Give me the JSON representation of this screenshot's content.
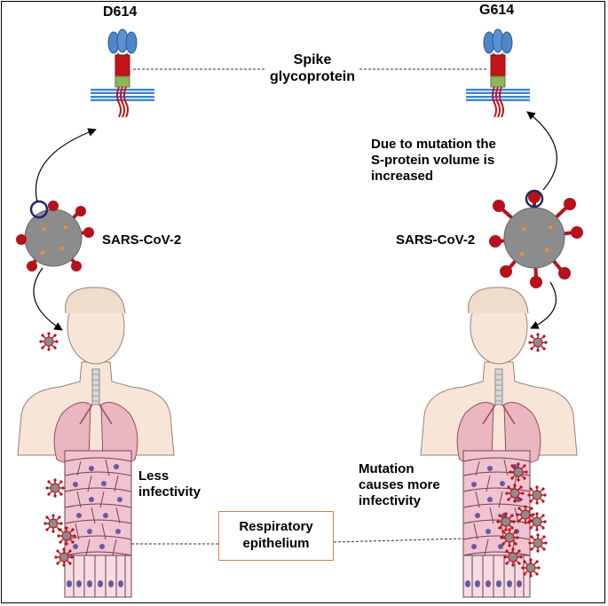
{
  "variants": {
    "left": "D614",
    "right": "G614"
  },
  "spike_label": [
    "Spike",
    "glycoprotein"
  ],
  "mutation_note": [
    "Due to mutation the",
    "S-protein volume is",
    "increased"
  ],
  "virus_label": "SARS-CoV-2",
  "left_note": [
    "Less",
    "infectivity"
  ],
  "right_note": [
    "Mutation",
    "causes more",
    "infectivity"
  ],
  "epithelium_label": [
    "Respiratory",
    "epithelium"
  ],
  "colors": {
    "spike_head": "#4f86c6",
    "spike_red": "#c0161b",
    "spike_green": "#8db65a",
    "membrane": "#3d82d8",
    "virus_body": "#8c8c8c",
    "virus_spike": "#b5121b",
    "skin": "#f7e6d8",
    "lung": "#e9b7bf",
    "epithelium": "#f1c2cf",
    "box_border": "#d9804a"
  }
}
